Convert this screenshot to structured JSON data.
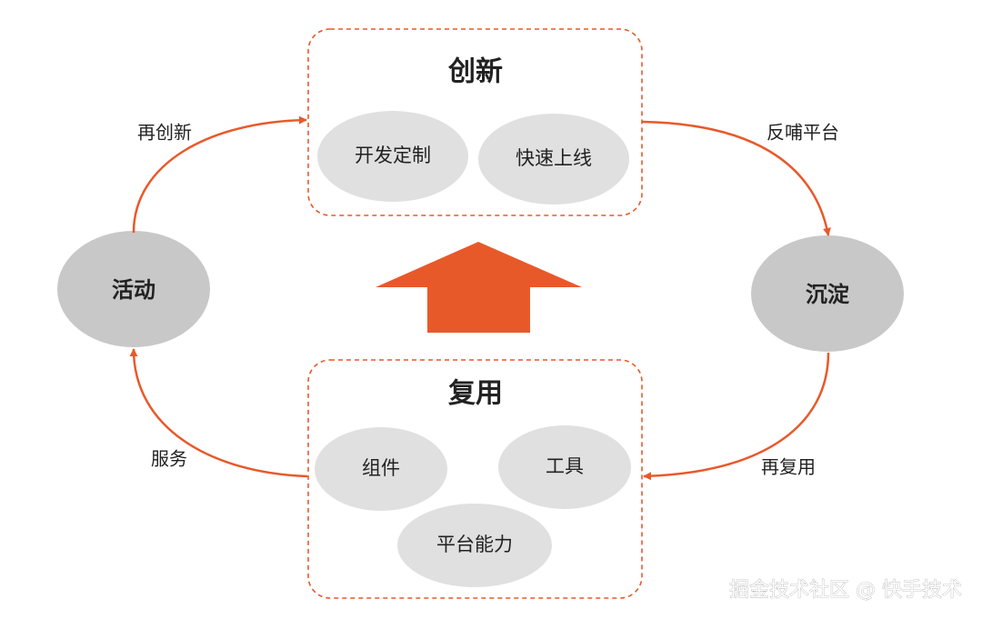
{
  "colors": {
    "accent": "#e8592a",
    "node_fill": "#c8c8c8",
    "pill_fill": "#e0e0e0",
    "text": "#222222"
  },
  "innovation_box": {
    "title": "创新",
    "items": [
      "开发定制",
      "快速上线"
    ]
  },
  "reuse_box": {
    "title": "复用",
    "items": [
      "组件",
      "工具",
      "平台能力"
    ]
  },
  "nodes": {
    "activity": "活动",
    "settle": "沉淀"
  },
  "edges": {
    "reinnovate": "再创新",
    "feedback": "反哺平台",
    "service": "服务",
    "reuse_again": "再复用"
  },
  "watermark": "掘金技术社区 @ 快手技术"
}
